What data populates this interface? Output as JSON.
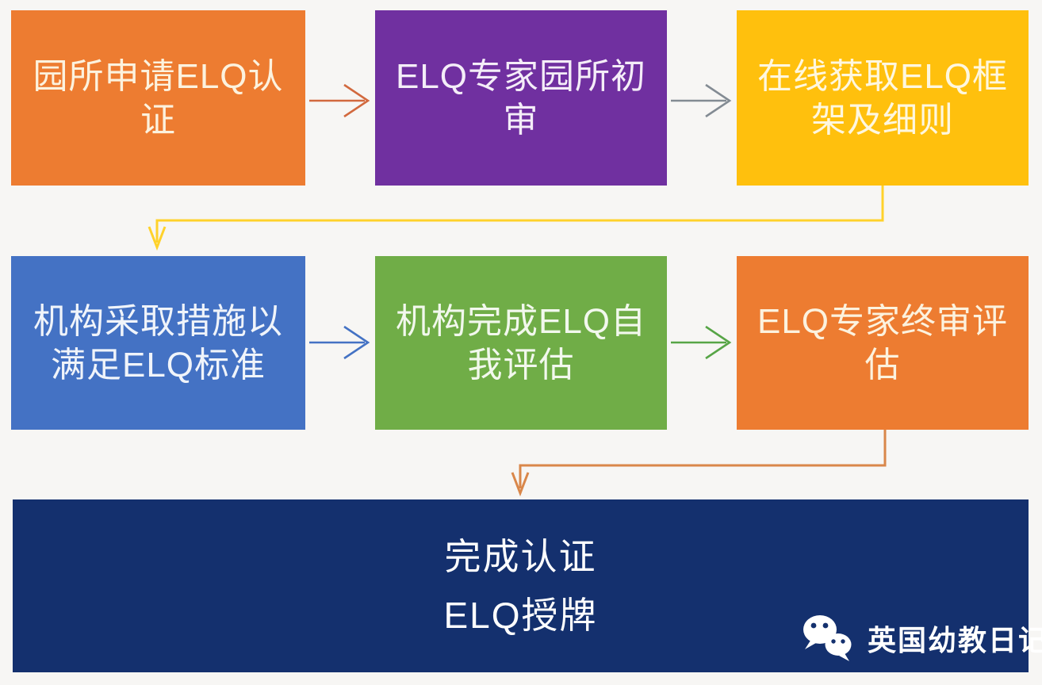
{
  "page": {
    "background": "#F7F6F4",
    "kind": "flowchart"
  },
  "flow": {
    "boxes": [
      {
        "id": "apply",
        "label": "园所申请ELQ认\n证",
        "color": "#ED7C31",
        "text_color": "#FCF2DE"
      },
      {
        "id": "preliminary-review",
        "label": "ELQ专家园所初\n审",
        "color": "#7030A0",
        "text_color": "#F4EDF8"
      },
      {
        "id": "get-framework",
        "label": "在线获取ELQ框\n架及细则",
        "color": "#FFC00D",
        "text_color": "#FEF7DF"
      },
      {
        "id": "take-measures",
        "label": "机构采取措施以\n满足ELQ标准",
        "color": "#4472C4",
        "text_color": "#F0F4FA"
      },
      {
        "id": "self-assessment",
        "label": "机构完成ELQ自\n我评估",
        "color": "#70AD47",
        "text_color": "#F2F8ED"
      },
      {
        "id": "final-review",
        "label": "ELQ专家终审评\n估",
        "color": "#ED7C31",
        "text_color": "#FCF2DE"
      }
    ],
    "connectors": [
      {
        "from": "apply",
        "to": "preliminary-review",
        "shape": "right-arrow",
        "color": "#D2693E"
      },
      {
        "from": "preliminary-review",
        "to": "get-framework",
        "shape": "right-arrow",
        "color": "#838B93"
      },
      {
        "from": "get-framework",
        "to": "take-measures",
        "shape": "elbow-down-arrow",
        "color": "#FFD22B"
      },
      {
        "from": "take-measures",
        "to": "self-assessment",
        "shape": "right-arrow",
        "color": "#4472C4"
      },
      {
        "from": "self-assessment",
        "to": "final-review",
        "shape": "right-arrow",
        "color": "#57A546"
      },
      {
        "from": "final-review",
        "to": "result",
        "shape": "elbow-down-arrow",
        "color": "#D9874A"
      }
    ],
    "result": {
      "id": "result",
      "lines": [
        "完成认证",
        "ELQ授牌"
      ],
      "color": "#14306E",
      "text_color": "#FFFFFF"
    }
  },
  "footer": {
    "icon": "wechat-icon",
    "icon_color": "#FFFFFF",
    "brand_name": "英国幼教日记",
    "text_color": "#FFFFFF"
  }
}
